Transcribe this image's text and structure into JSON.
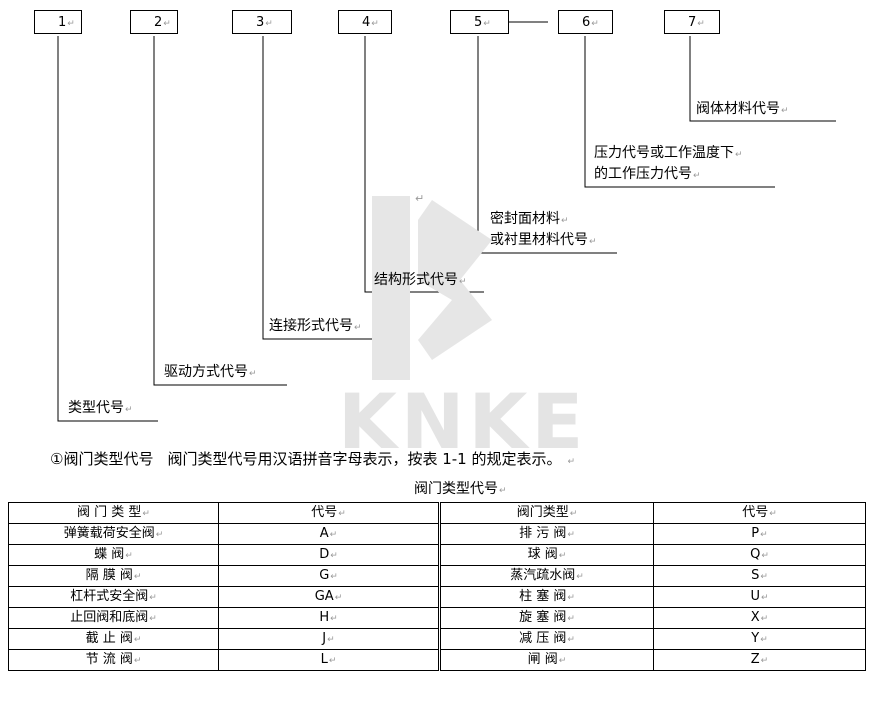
{
  "diagram": {
    "boxes": [
      "1",
      "2",
      "3",
      "4",
      "5",
      "6",
      "7"
    ],
    "labels": {
      "type_code": "类型代号",
      "drive_code": "驱动方式代号",
      "connection_code": "连接形式代号",
      "structure_code": "结构形式代号",
      "seal_code_1": "密封面材料",
      "seal_code_2": "或衬里材料代号",
      "pressure_code_1": "压力代号或工作温度下",
      "pressure_code_2": "的工作压力代号",
      "body_material_code": "阀体材料代号"
    },
    "para_mark": "↵"
  },
  "watermark": {
    "brand": "KNKE"
  },
  "description": {
    "heading": "①阀门类型代号",
    "text": "阀门类型代号用汉语拼音字母表示，按表 1-1 的规定表示。"
  },
  "table": {
    "caption": "阀门类型代号",
    "headers": [
      "阀 门 类 型",
      "代号",
      "阀门类型",
      "代号"
    ],
    "rows": [
      [
        "弹簧载荷安全阀",
        "A",
        "排 污 阀",
        "P"
      ],
      [
        "蝶 阀",
        "D",
        "球 阀",
        "Q"
      ],
      [
        "隔 膜 阀",
        "G",
        "蒸汽疏水阀",
        "S"
      ],
      [
        "杠杆式安全阀",
        "GA",
        "柱 塞 阀",
        "U"
      ],
      [
        "止回阀和底阀",
        "H",
        "旋 塞 阀",
        "X"
      ],
      [
        "截 止 阀",
        "J",
        "减 压 阀",
        "Y"
      ],
      [
        "节 流 阀",
        "L",
        "闸 阀",
        "Z"
      ]
    ]
  }
}
